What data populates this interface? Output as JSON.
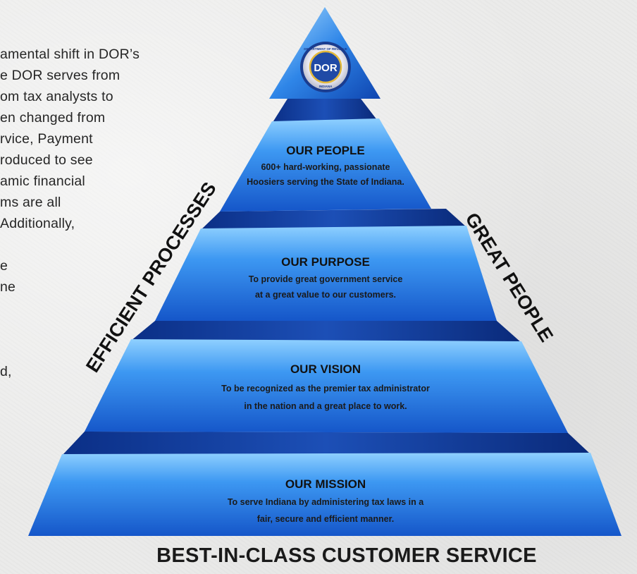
{
  "body_text": {
    "lines": [
      "amental shift in DOR’s",
      "e DOR serves from",
      "om tax analysts to",
      "en changed from",
      "rvice, Payment",
      "roduced to see",
      "amic financial",
      "ms are all",
      "Additionally,",
      "",
      "e",
      "ne",
      "",
      "",
      "",
      "d,"
    ]
  },
  "seal": {
    "center_text": "DOR",
    "ring_top_text": "DEPARTMENT OF REVENUE",
    "ring_bottom_text": "INDIANA"
  },
  "tiers": [
    {
      "title": "OUR PEOPLE",
      "lines": [
        "600+ hard-working, passionate",
        "Hoosiers serving the State of Indiana."
      ]
    },
    {
      "title": "OUR PURPOSE",
      "lines": [
        "To provide great government service",
        "at a great value to our customers."
      ]
    },
    {
      "title": "OUR VISION",
      "lines": [
        "To be recognized as the premier tax administrator",
        "in the nation and a great place to work."
      ]
    },
    {
      "title": "OUR MISSION",
      "lines": [
        "To serve Indiana by administering tax laws in a",
        "fair, secure and efficient manner."
      ]
    }
  ],
  "side_labels": {
    "left": "EFFICIENT PROCESSES",
    "right": "GREAT PEOPLE"
  },
  "base_label": "BEST-IN-CLASS CUSTOMER SERVICE",
  "colors": {
    "tier_light": "#6fb6ff",
    "tier_mid": "#2f7fe8",
    "tier_dark": "#0d3fa8",
    "background": "#ebebea"
  }
}
